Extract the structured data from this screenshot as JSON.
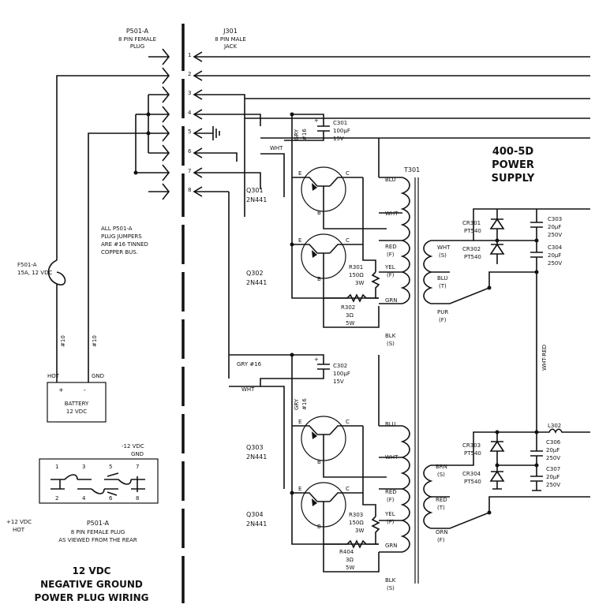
{
  "p501a": {
    "title": "P501-A",
    "line1": "8 PIN FEMALE",
    "line2": "PLUG"
  },
  "j301": {
    "title": "J301",
    "line1": "8 PIN MALE",
    "line2": "JACK"
  },
  "pins": [
    "1",
    "2",
    "3",
    "4",
    "5",
    "6",
    "7",
    "8"
  ],
  "note": {
    "l1": "ALL P501-A",
    "l2": "PLUG JUMPERS",
    "l3": "ARE #16 TINNED",
    "l4": "COPPER BUS."
  },
  "fuse": {
    "l1": "F501-A",
    "l2": "15A, 12 VDC"
  },
  "wire10": "#10",
  "battery": {
    "hot": "HOT",
    "gnd": "GND",
    "plus": "+",
    "minus": "-",
    "l1": "BATTERY",
    "l2": "12 VDC"
  },
  "plugview": {
    "top_pins": [
      "1",
      "3",
      "5",
      "7"
    ],
    "bot_pins": [
      "2",
      "4",
      "6",
      "8"
    ],
    "neg_l1": "-12 VDC",
    "neg_l2": "GND",
    "pos_l1": "+12 VDC",
    "pos_l2": "HOT",
    "t1": "P501-A",
    "t2": "8 PIN FEMALE PLUG",
    "t3": "AS VIEWED FROM THE REAR"
  },
  "bottom_title": {
    "l1": "12 VDC",
    "l2": "NEGATIVE GROUND",
    "l3": "POWER PLUG WIRING"
  },
  "ps": {
    "l1": "400-5D",
    "l2": "POWER",
    "l3": "SUPPLY"
  },
  "t301": "T301",
  "q301": {
    "name": "Q301",
    "part": "2N441"
  },
  "q302": {
    "name": "Q302",
    "part": "2N441"
  },
  "q303": {
    "name": "Q303",
    "part": "2N441"
  },
  "q304": {
    "name": "Q304",
    "part": "2N441"
  },
  "transistor_pins": {
    "e": "E",
    "c": "C",
    "b": "B"
  },
  "c301": {
    "l1": "C301",
    "l2": "100µF",
    "l3": "15V"
  },
  "c302": {
    "l1": "C302",
    "l2": "100µF",
    "l3": "15V"
  },
  "r301": {
    "l1": "R301",
    "l2": "150Ω",
    "l3": "3W"
  },
  "r302": {
    "l1": "R302",
    "l2": "3Ω",
    "l3": "5W"
  },
  "r303": {
    "l1": "R303",
    "l2": "150Ω",
    "l3": "3W"
  },
  "r404": {
    "l1": "R404",
    "l2": "3Ω",
    "l3": "5W"
  },
  "wires": {
    "wht": "WHT",
    "gry16": "GRY #16",
    "gry16b": "GRY",
    "gry16c": "#16",
    "whtred": "WHT-RED"
  },
  "xfmr": {
    "blu": "BLU",
    "wht": "WHT",
    "red": "RED",
    "f": "(F)",
    "yel": "YEL",
    "grn": "GRN",
    "blk": "BLK",
    "s": "(S)",
    "whts": "WHT",
    "t": "(T)",
    "pur": "PUR",
    "brn": "BRN",
    "orn": "ORN"
  },
  "cr301": {
    "l1": "CR301",
    "l2": "PT540"
  },
  "cr302": {
    "l1": "CR302",
    "l2": "PT540"
  },
  "cr303": {
    "l1": "CR303",
    "l2": "PT540"
  },
  "cr304": {
    "l1": "CR304",
    "l2": "PT540"
  },
  "c303": {
    "l1": "C303",
    "l2": "20µF",
    "l3": "250V"
  },
  "c304": {
    "l1": "C304",
    "l2": "20µF",
    "l3": "250V"
  },
  "c306": {
    "l1": "C306",
    "l2": "20µF",
    "l3": "250V"
  },
  "c307": {
    "l1": "C307",
    "l2": "20µF",
    "l3": "250V"
  },
  "l302": "L302"
}
